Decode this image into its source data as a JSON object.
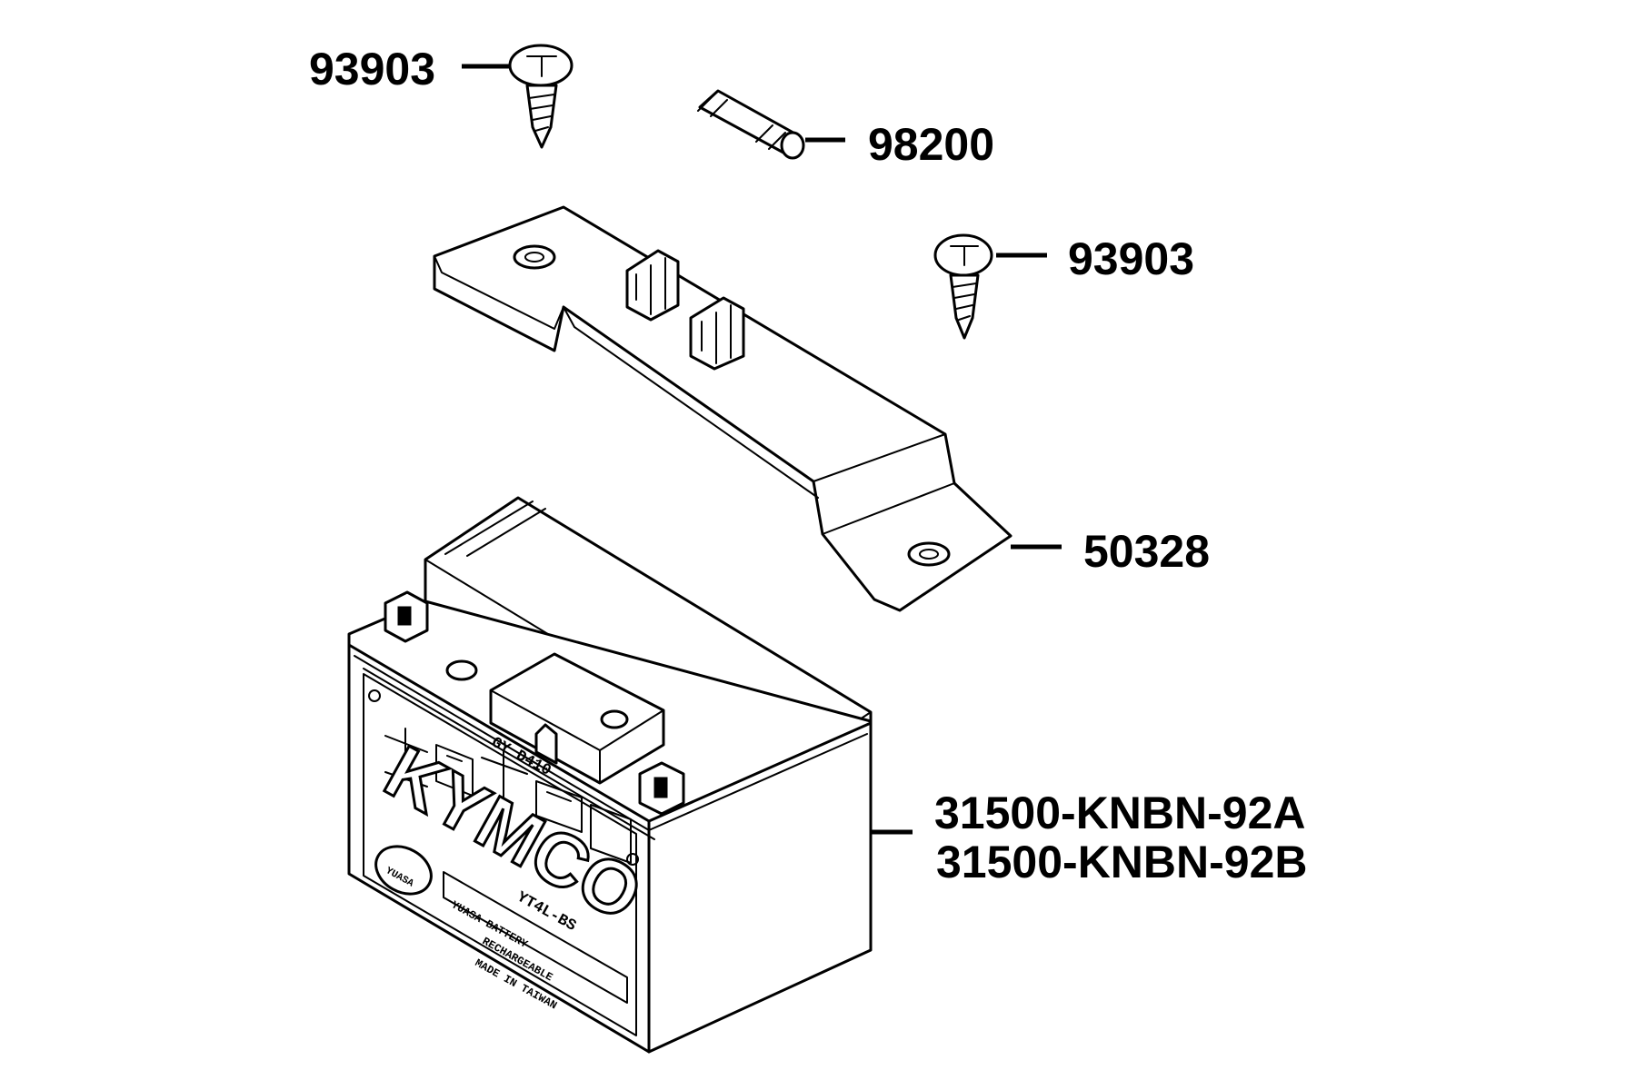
{
  "parts": {
    "screw_top": "93903",
    "fuse": "98200",
    "screw_right": "93903",
    "bracket": "50328",
    "battery_a": "31500-KNBN-92A",
    "battery_b": "31500-KNBN-92B"
  },
  "battery_markings": {
    "brand": "KYMCO",
    "model_code": "GY D410",
    "circle_badge": "YUASA",
    "type_label": "YT4L-BS",
    "line_1": "YUASA BATTERY",
    "line_2": "RECHARGEABLE",
    "line_3": "MADE IN TAIWAN"
  }
}
